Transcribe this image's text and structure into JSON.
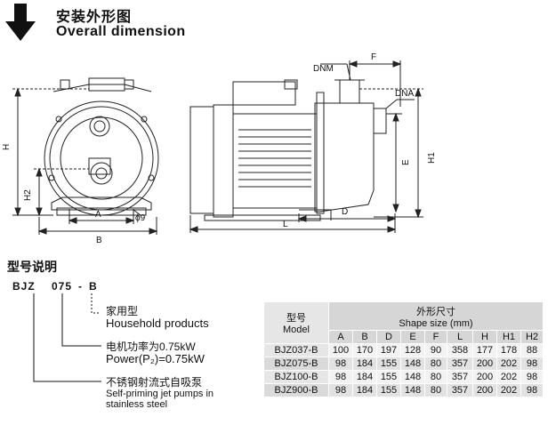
{
  "header": {
    "title_cn": "安装外形图",
    "title_en": "Overall dimension"
  },
  "drawing_labels": {
    "H": "H",
    "H2": "H2",
    "A": "A",
    "B": "B",
    "phi": "ϕ9",
    "DNM": "DNM",
    "F": "F",
    "DNA": "DNA",
    "E": "E",
    "H1": "H1",
    "D": "D",
    "L": "L"
  },
  "model_section": {
    "heading": "型号说明",
    "code": {
      "series": "BJZ",
      "power": "075",
      "sep": "-",
      "suffix": "B"
    },
    "explanations": [
      {
        "cn": "家用型",
        "en": "Household products"
      },
      {
        "cn": "电机功率为0.75kW",
        "en": "Power(P₂)=0.75kW"
      },
      {
        "cn": "不锈钢射流式自吸泵",
        "en": "Self-priming jet pumps in",
        "en2": "stainless steel"
      }
    ]
  },
  "table": {
    "model_cn": "型号",
    "model_en": "Model",
    "shape_cn": "外形尺寸",
    "shape_en": "Shape size (mm)",
    "columns": [
      "A",
      "B",
      "D",
      "E",
      "F",
      "L",
      "H",
      "H1",
      "H2"
    ],
    "rows": [
      {
        "model": "BJZ037-B",
        "values": [
          "100",
          "170",
          "197",
          "128",
          "90",
          "358",
          "177",
          "178",
          "88"
        ]
      },
      {
        "model": "BJZ075-B",
        "values": [
          "98",
          "184",
          "155",
          "148",
          "80",
          "357",
          "200",
          "202",
          "98"
        ]
      },
      {
        "model": "BJZ100-B",
        "values": [
          "98",
          "184",
          "155",
          "148",
          "80",
          "357",
          "200",
          "202",
          "98"
        ]
      },
      {
        "model": "BJZ900-B",
        "values": [
          "98",
          "184",
          "155",
          "148",
          "80",
          "357",
          "200",
          "202",
          "98"
        ]
      }
    ]
  }
}
